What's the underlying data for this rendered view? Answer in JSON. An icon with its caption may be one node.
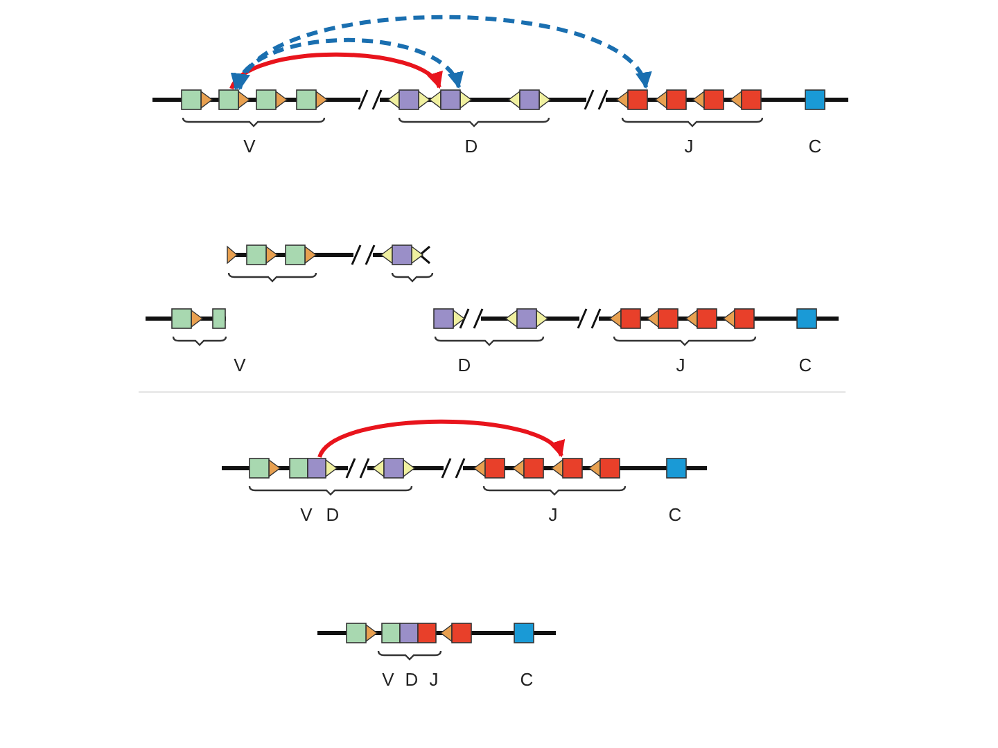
{
  "diagram": {
    "nodes": [
      {
        "text": [],
        "shape": "box"
      },
      {
        "text": [],
        "shape": "box"
      },
      {
        "text": [],
        "shape": "box"
      },
      {
        "text": [],
        "shape": "box"
      },
      {
        "text": [],
        "shape": "box"
      },
      {
        "text": [],
        "shape": "box"
      },
      {
        "text": [],
        "shape": "box"
      },
      {
        "text": [],
        "shape": "box"
      },
      {
        "text": [],
        "shape": "box"
      },
      {
        "text": [],
        "shape": "box"
      },
      {
        "text": [],
        "shape": "box"
      },
      {
        "text": [],
        "shape": "box"
      },
      {
        "text": [],
        "shape": "box"
      },
      {
        "text": [],
        "shape": "box"
      },
      {
        "text": [],
        "shape": "box"
      },
      {
        "text": [],
        "shape": "box"
      },
      {
        "text": [],
        "shape": "box"
      },
      {
        "text": [],
        "shape": "box"
      },
      {
        "text": [],
        "shape": "box"
      },
      {
        "text": [],
        "shape": "box"
      },
      {
        "text": [],
        "shape": "box"
      },
      {
        "text": [],
        "shape": "box"
      },
      {
        "text": [],
        "shape": "box"
      },
      {
        "text": [],
        "shape": "box"
      },
      {
        "text": [],
        "shape": "box"
      },
      {
        "text": [],
        "shape": "box"
      },
      {
        "text": [],
        "shape": "box"
      },
      {
        "text": [],
        "shape": "box"
      },
      {
        "text": [],
        "shape": "box"
      },
      {
        "text": [],
        "shape": "box"
      },
      {
        "text": [],
        "shape": "box"
      },
      {
        "text": [],
        "shape": "box"
      },
      {
        "text": [],
        "shape": "box"
      },
      {
        "text": [],
        "shape": "box"
      },
      {
        "text": [],
        "shape": "box"
      },
      {
        "text": [],
        "shape": "box"
      }
    ],
    "edges": [
      {
        "from": 1,
        "to": 5,
        "arrow": "to",
        "color": "#e8141c"
      },
      {
        "from": 1,
        "to": 5,
        "arrow": "both",
        "style": "dashed",
        "color": "#1a6fb0"
      },
      {
        "from": 1,
        "to": 7,
        "arrow": "both",
        "style": "dashed",
        "color": "#1a6fb0"
      },
      {
        "from": 25,
        "to": 29,
        "arrow": "to",
        "color": "#e8141c"
      }
    ],
    "labels": [
      "V",
      "D",
      "J",
      "C",
      "V",
      "D",
      "J",
      "C",
      "V",
      "D",
      "J",
      "C",
      "V",
      "D",
      "J",
      "C"
    ]
  }
}
